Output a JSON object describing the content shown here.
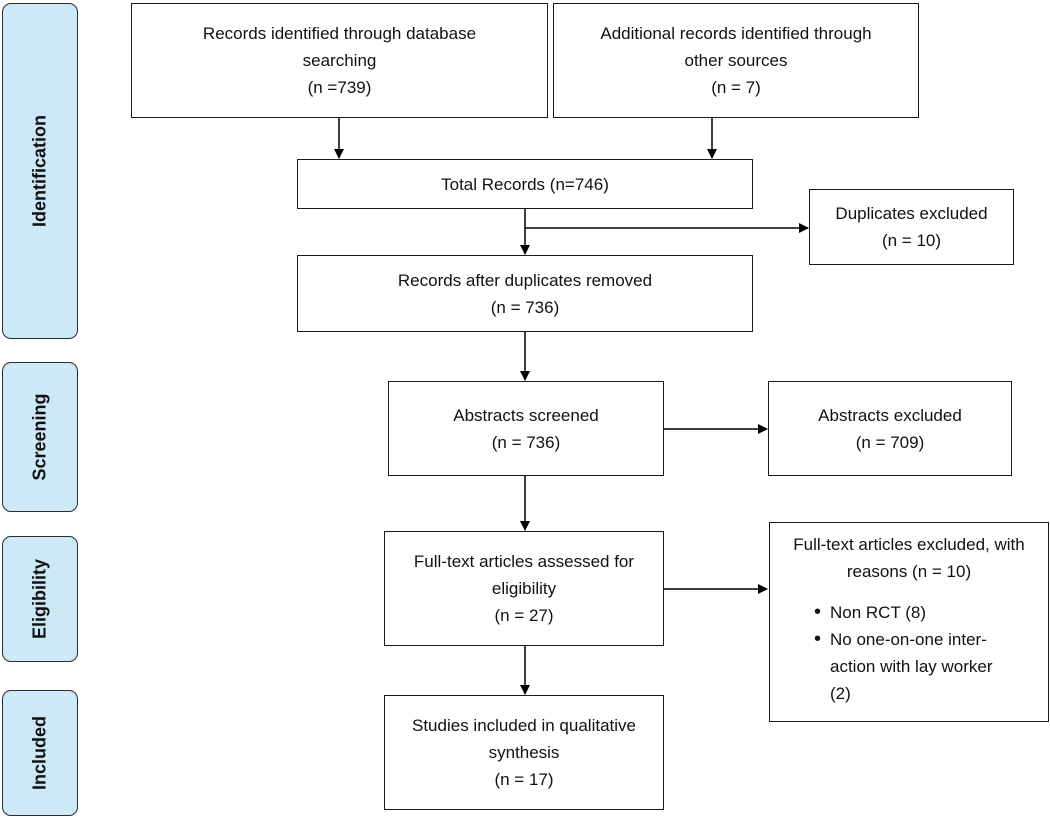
{
  "phases": {
    "identification": "Identification",
    "screening": "Screening",
    "eligibility": "Eligibility",
    "included": "Included"
  },
  "boxes": {
    "db_search": {
      "line1": "Records identified through database",
      "line2": "searching",
      "line3": "(n =739)"
    },
    "other_sources": {
      "line1": "Additional records identified through",
      "line2": "other sources",
      "line3": "(n = 7)"
    },
    "total": {
      "line1": "Total Records (n=746)"
    },
    "duplicates_excluded": {
      "line1": "Duplicates excluded",
      "line2": "(n = 10)"
    },
    "after_duplicates": {
      "line1": "Records after duplicates removed",
      "line2": "(n = 736)"
    },
    "abstracts_screened": {
      "line1": "Abstracts screened",
      "line2": "(n = 736)"
    },
    "abstracts_excluded": {
      "line1": "Abstracts excluded",
      "line2": "(n = 709)"
    },
    "fulltext_assessed": {
      "line1": "Full-text articles assessed for",
      "line2": "eligibility",
      "line3": "(n = 27)"
    },
    "fulltext_excluded": {
      "line1": "Full-text articles excluded, with",
      "line2": "reasons (n = 10)",
      "reasons": [
        {
          "line1": "Non RCT (8)"
        },
        {
          "line1": "No one-on-one inter-",
          "line2": "action with lay worker",
          "line3": "(2)"
        }
      ]
    },
    "included": {
      "line1": "Studies included in qualitative",
      "line2": "synthesis",
      "line3": "(n = 17)"
    }
  }
}
